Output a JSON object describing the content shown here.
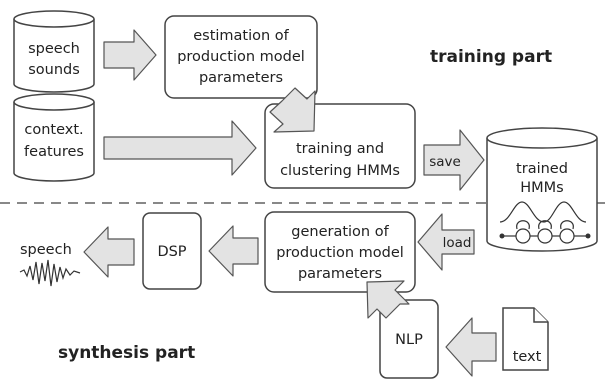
{
  "sections": {
    "training": "training part",
    "synthesis": "synthesis part"
  },
  "nodes": {
    "speech_sounds": [
      "speech",
      "sounds"
    ],
    "context_features": [
      "context.",
      "features"
    ],
    "estimation": [
      "estimation of",
      "production model",
      "parameters"
    ],
    "training": [
      "training and",
      "clustering HMMs"
    ],
    "trained_hmms": [
      "trained",
      "HMMs"
    ],
    "generation": [
      "generation of",
      "production model",
      "parameters"
    ],
    "dsp": "DSP",
    "nlp": "NLP",
    "text": "text",
    "speech_out": "speech"
  },
  "edge_labels": {
    "save": "save",
    "load": "load"
  },
  "icons": [
    "hmm-state-icon",
    "speech-waveform-icon",
    "document-icon",
    "database-icon"
  ],
  "colors": {
    "arrow_fill": "#e3e3e3",
    "stroke": "#444444"
  }
}
